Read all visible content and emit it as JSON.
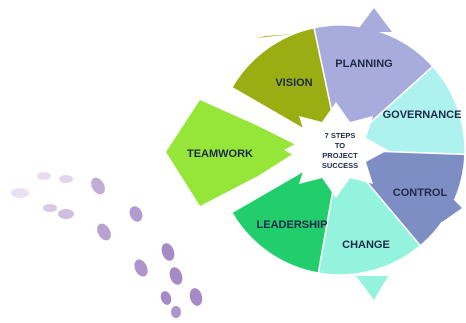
{
  "center": {
    "lines": [
      "7 STEPS",
      "TO",
      "PROJECT",
      "SUCCESS"
    ]
  },
  "steps": [
    {
      "label": "VISION",
      "color": "#9aad12"
    },
    {
      "label": "PLANNING",
      "color": "#a7acdd"
    },
    {
      "label": "GOVERNANCE",
      "color": "#aef2ef"
    },
    {
      "label": "CONTROL",
      "color": "#7d8ec4"
    },
    {
      "label": "CHANGE",
      "color": "#93f3dd"
    },
    {
      "label": "LEADERSHIP",
      "color": "#22ce6c"
    },
    {
      "label": "TEAMWORK",
      "color": "#96e63a"
    }
  ],
  "footprints_color": "#a58ac6"
}
